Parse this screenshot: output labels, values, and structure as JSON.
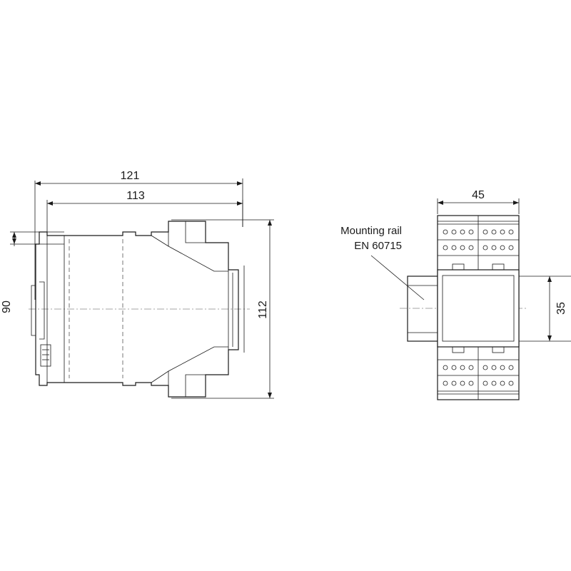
{
  "side_view": {
    "dim_overall_width": "121",
    "dim_body_width": "113",
    "dim_rail_height": "90",
    "dim_overall_height": "112"
  },
  "front_view": {
    "dim_module_width": "45",
    "dim_rail_width": "35",
    "rail_label_line1": "Mounting rail",
    "rail_label_line2": "EN 60715"
  }
}
